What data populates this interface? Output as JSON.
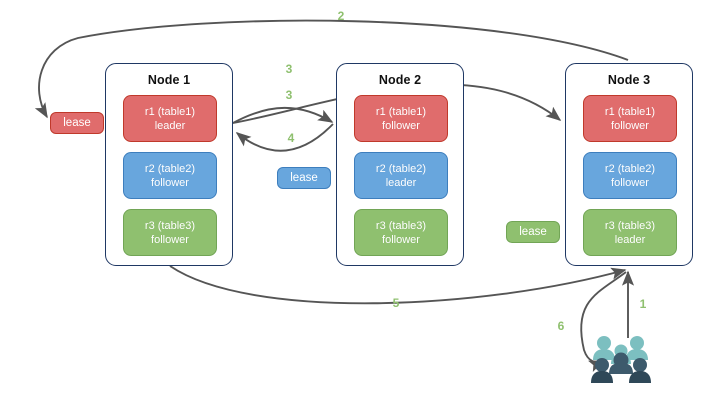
{
  "diagram": {
    "title": "Raft multi-node lease / replica routing diagram",
    "colors": {
      "red": "#e06c6c",
      "red_border": "#c0392b",
      "blue": "#68a6dd",
      "blue_border": "#3d7ebd",
      "green": "#8fc06f",
      "green_border": "#72a556",
      "node_border": "#1f3864",
      "arrow": "#555555",
      "step_label": "#8fc06f",
      "people_light": "#7cbfc0",
      "people_dark": "#3d5a6c"
    },
    "nodes": [
      {
        "id": "node1",
        "title": "Node 1",
        "replicas": [
          {
            "name": "r1 (table1)",
            "role": "leader",
            "color": "red"
          },
          {
            "name": "r2 (table2)",
            "role": "follower",
            "color": "blue"
          },
          {
            "name": "r3 (table3)",
            "role": "follower",
            "color": "green"
          }
        ]
      },
      {
        "id": "node2",
        "title": "Node 2",
        "replicas": [
          {
            "name": "r1 (table1)",
            "role": "follower",
            "color": "red"
          },
          {
            "name": "r2 (table2)",
            "role": "leader",
            "color": "blue"
          },
          {
            "name": "r3 (table3)",
            "role": "follower",
            "color": "green"
          }
        ]
      },
      {
        "id": "node3",
        "title": "Node 3",
        "replicas": [
          {
            "name": "r1 (table1)",
            "role": "follower",
            "color": "red"
          },
          {
            "name": "r2 (table2)",
            "role": "follower",
            "color": "blue"
          },
          {
            "name": "r3 (table3)",
            "role": "leader",
            "color": "green"
          }
        ]
      }
    ],
    "leases": [
      {
        "id": "lease-r1",
        "label": "lease",
        "color": "red"
      },
      {
        "id": "lease-r2",
        "label": "lease",
        "color": "blue"
      },
      {
        "id": "lease-r3",
        "label": "lease",
        "color": "green"
      }
    ],
    "steps": [
      {
        "id": "step-1",
        "label": "1"
      },
      {
        "id": "step-2",
        "label": "2"
      },
      {
        "id": "step-3a",
        "label": "3"
      },
      {
        "id": "step-3b",
        "label": "3"
      },
      {
        "id": "step-4",
        "label": "4"
      },
      {
        "id": "step-5",
        "label": "5"
      },
      {
        "id": "step-6",
        "label": "6"
      }
    ],
    "actor": {
      "id": "clients",
      "icon": "people-group-icon"
    }
  }
}
